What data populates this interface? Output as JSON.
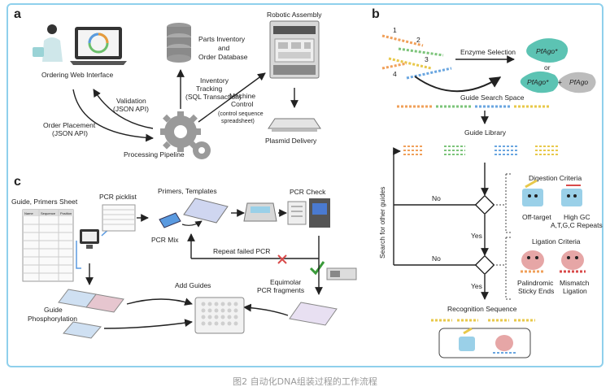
{
  "caption": "图2 自动化DNA组装过程的工作流程",
  "panel_a": {
    "label": "a",
    "ordering_web_interface": "Ordering Web Interface",
    "parts_inventory_1": "Parts Inventory",
    "parts_inventory_2": "and",
    "parts_inventory_3": "Order Database",
    "robotic_assembly": "Robotic Assembly",
    "validation_1": "Validation",
    "validation_2": "(JSON API)",
    "inventory_1": "Inventory",
    "inventory_2": "Tracking",
    "inventory_3": "(SQL Transaction)",
    "order_placement_1": "Order Placement",
    "order_placement_2": "(JSON API)",
    "machine_control_1": "Machine",
    "machine_control_2": "Control",
    "machine_control_3": "(control sequence",
    "machine_control_4": "spreadsheet)",
    "processing_pipeline": "Processing Pipeline",
    "plasmid_delivery": "Plasmid Delivery"
  },
  "panel_b": {
    "label": "b",
    "num_1": "1",
    "num_2": "2",
    "num_3": "3",
    "num_4": "4",
    "enzyme_selection": "Enzyme Selection",
    "pfago_top": "PfAgo*",
    "or": "or",
    "pfago_star": "PfAgo*",
    "plus": "+",
    "pfago": "PfAgo",
    "guide_search_space": "Guide Search Space",
    "guide_library": "Guide Library",
    "search_other": "Search for other guides",
    "no_1": "No",
    "yes_1": "Yes",
    "no_2": "No",
    "yes_2": "Yes",
    "digestion_criteria": "Digestion Criteria",
    "off_target": "Off-target",
    "high_gc_1": "High GC",
    "high_gc_2": "A,T,G,C Repeats",
    "ligation_criteria": "Ligation Criteria",
    "palindromic_1": "Palindromic",
    "palindromic_2": "Sticky Ends",
    "mismatch_1": "Mismatch",
    "mismatch_2": "Ligation",
    "recognition_sequence": "Recognition Sequence"
  },
  "panel_c": {
    "label": "c",
    "guide_primers_sheet": "Guide, Primers Sheet",
    "sheet_headers": [
      "Name",
      "Sequence",
      "Position"
    ],
    "pcr_picklist": "PCR picklist",
    "primers_templates": "Primers, Templates",
    "pcr_check": "PCR Check",
    "pcr_mix": "PCR Mix",
    "repeat_failed": "Repeat failed PCR",
    "add_guides": "Add Guides",
    "equimolar_1": "Equimolar",
    "equimolar_2": "PCR fragments",
    "guide_phos_1": "Guide",
    "guide_phos_2": "Phosphorylation"
  },
  "colors": {
    "frame": "#8fd0ec",
    "strand_orange": "#f0a05a",
    "strand_green": "#7cc47a",
    "strand_blue": "#6aa6e0",
    "strand_yellow": "#e8c84a",
    "enzyme_teal": "#5cc3b3",
    "enzyme_gray": "#bcbcbc",
    "pink": "#e6a6a6",
    "check_green": "#3a9a3a",
    "cross_red": "#d84a4a"
  }
}
